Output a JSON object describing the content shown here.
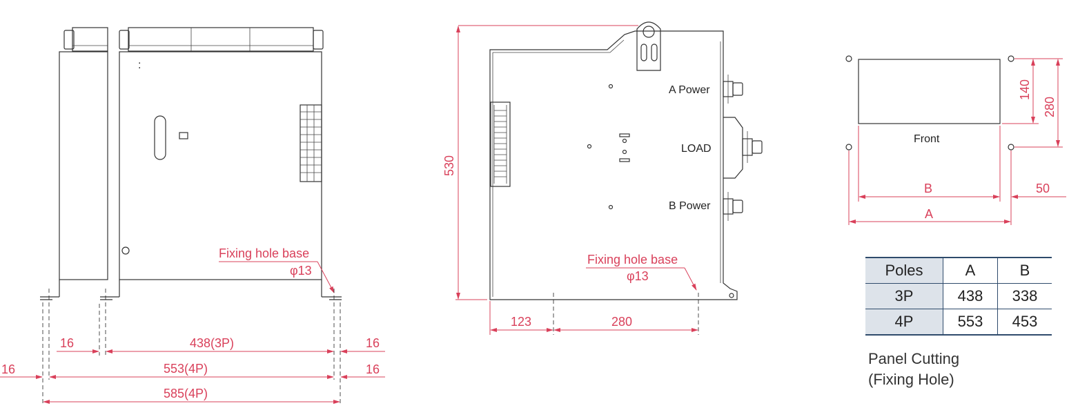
{
  "side_view": {
    "fixing_hole_label": "Fixing hole base",
    "fixing_hole_dia": "φ13",
    "dims": {
      "left_16": "16",
      "inner_16": "16",
      "right_16_top": "16",
      "right_16_mid": "16",
      "width_3p": "438(3P)",
      "width_4p": "553(4P)",
      "overall_4p": "585(4P)"
    }
  },
  "front_view": {
    "height": "530",
    "a_power": "A Power",
    "load": "LOAD",
    "b_power": "B Power",
    "fixing_hole_label": "Fixing hole base",
    "fixing_hole_dia": "φ13",
    "dim_123": "123",
    "dim_280": "280"
  },
  "panel_cut": {
    "front_label": "Front",
    "dim_140": "140",
    "dim_280": "280",
    "dim_b": "B",
    "dim_a": "A",
    "dim_50": "50"
  },
  "table": {
    "headers": [
      "Poles",
      "A",
      "B"
    ],
    "rows": [
      [
        "3P",
        "438",
        "338"
      ],
      [
        "4P",
        "553",
        "453"
      ]
    ]
  },
  "caption": {
    "line1": "Panel Cutting",
    "line2": "(Fixing Hole)"
  },
  "colors": {
    "dimension": "#d9405a",
    "outline": "#333333",
    "table_border": "#2e4a6b",
    "table_header_bg": "#dde3ea"
  }
}
